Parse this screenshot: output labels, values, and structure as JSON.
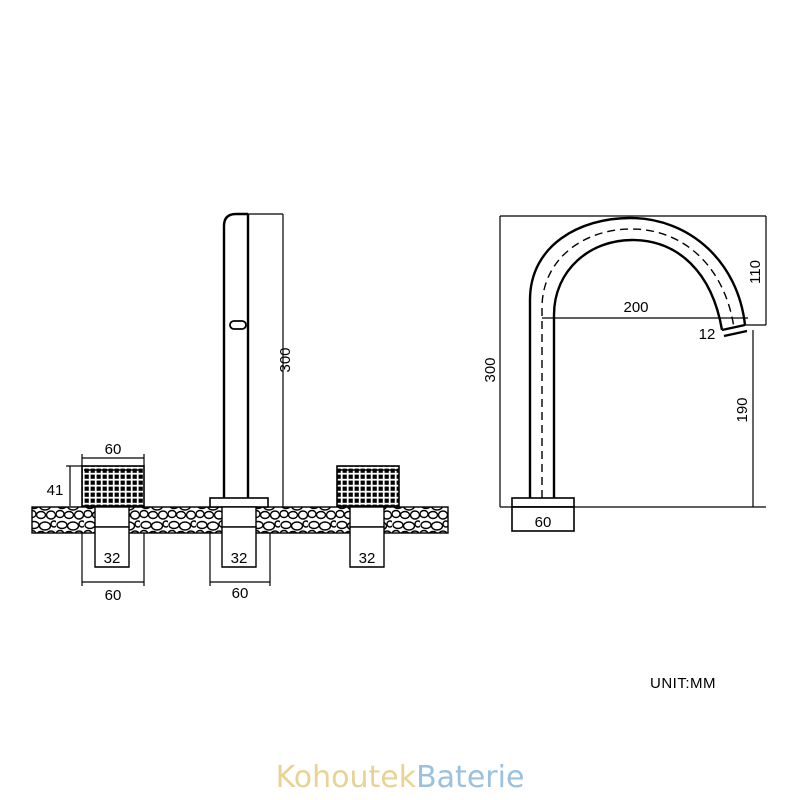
{
  "front_view": {
    "spout_height": "300",
    "handle_width": "60",
    "handle_height": "41",
    "left_base_width": "60",
    "center_base_width": "60",
    "left_stem": "32",
    "center_stem": "32",
    "right_stem": "32"
  },
  "side_view": {
    "total_height": "300",
    "reach": "200",
    "arc_drop": "110",
    "outlet": "12",
    "outlet_height": "190",
    "base_width": "60"
  },
  "unit_label": "UNIT:MM",
  "brand": {
    "part1": "Kohoutek",
    "part2": "Baterie"
  }
}
